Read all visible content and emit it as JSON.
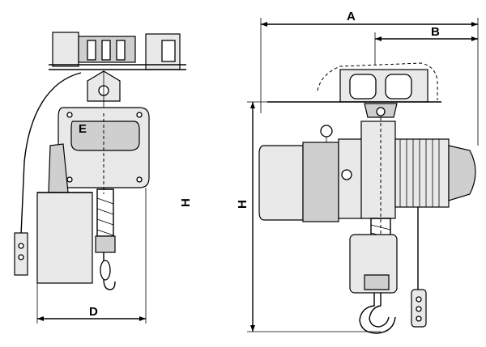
{
  "dimension_labels": {
    "a": "A",
    "b": "B",
    "d": "D",
    "e": "E",
    "h_side": "H",
    "h_front": "H"
  }
}
